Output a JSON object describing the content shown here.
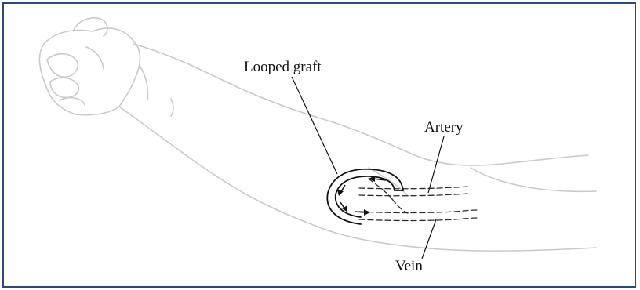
{
  "labels": {
    "graft": "Looped graft",
    "artery": "Artery",
    "vein": "Vein"
  }
}
